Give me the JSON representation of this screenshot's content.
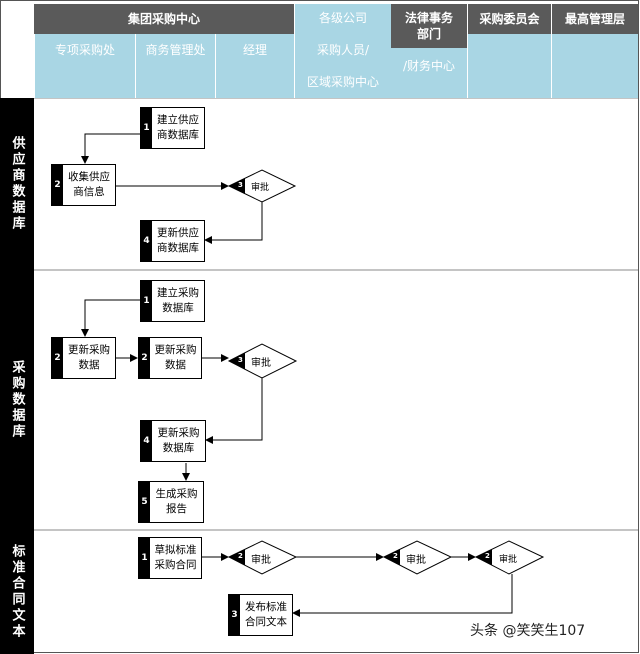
{
  "header": {
    "group_center": "集团采购中心",
    "dept_special": "专项采购处",
    "dept_business": "商务管理处",
    "dept_manager": "经理",
    "branch_line1": "各级公司",
    "branch_line2": "采购人员/",
    "branch_line3": "区域采购中心",
    "legal_line1": "法律事务",
    "legal_line2": "部门",
    "legal_line3": "/财务中心",
    "committee": "采购委员会",
    "top_mgmt": "最高管理层"
  },
  "lanes": {
    "supplier_db": "供应商数据库",
    "purchase_db": "采购数据库",
    "standard_contract": "标准合同文本"
  },
  "supplier_flow": {
    "s1": {
      "num": "1",
      "text": "建立供应商数据库"
    },
    "s2": {
      "num": "2",
      "text": "收集供应商信息"
    },
    "s3": {
      "num": "3",
      "text": "审批"
    },
    "s4": {
      "num": "4",
      "text": "更新供应商数据库"
    }
  },
  "purchase_flow": {
    "p1": {
      "num": "1",
      "text": "建立采购数据库"
    },
    "p2a": {
      "num": "2",
      "text": "更新采购数据"
    },
    "p2b": {
      "num": "2",
      "text": "更新采购数据"
    },
    "p3": {
      "num": "3",
      "text": "审批"
    },
    "p4": {
      "num": "4",
      "text": "更新采购数据库"
    },
    "p5": {
      "num": "5",
      "text": "生成采购报告"
    }
  },
  "contract_flow": {
    "c1": {
      "num": "1",
      "text": "草拟标准采购合同"
    },
    "c2a": {
      "num": "2",
      "text": "审批"
    },
    "c2b": {
      "num": "2",
      "text": "审批"
    },
    "c2c": {
      "num": "2",
      "text": "审批"
    },
    "c3": {
      "num": "3",
      "text": "发布标准合同文本"
    }
  },
  "watermark": "头条 @笑笑生107"
}
